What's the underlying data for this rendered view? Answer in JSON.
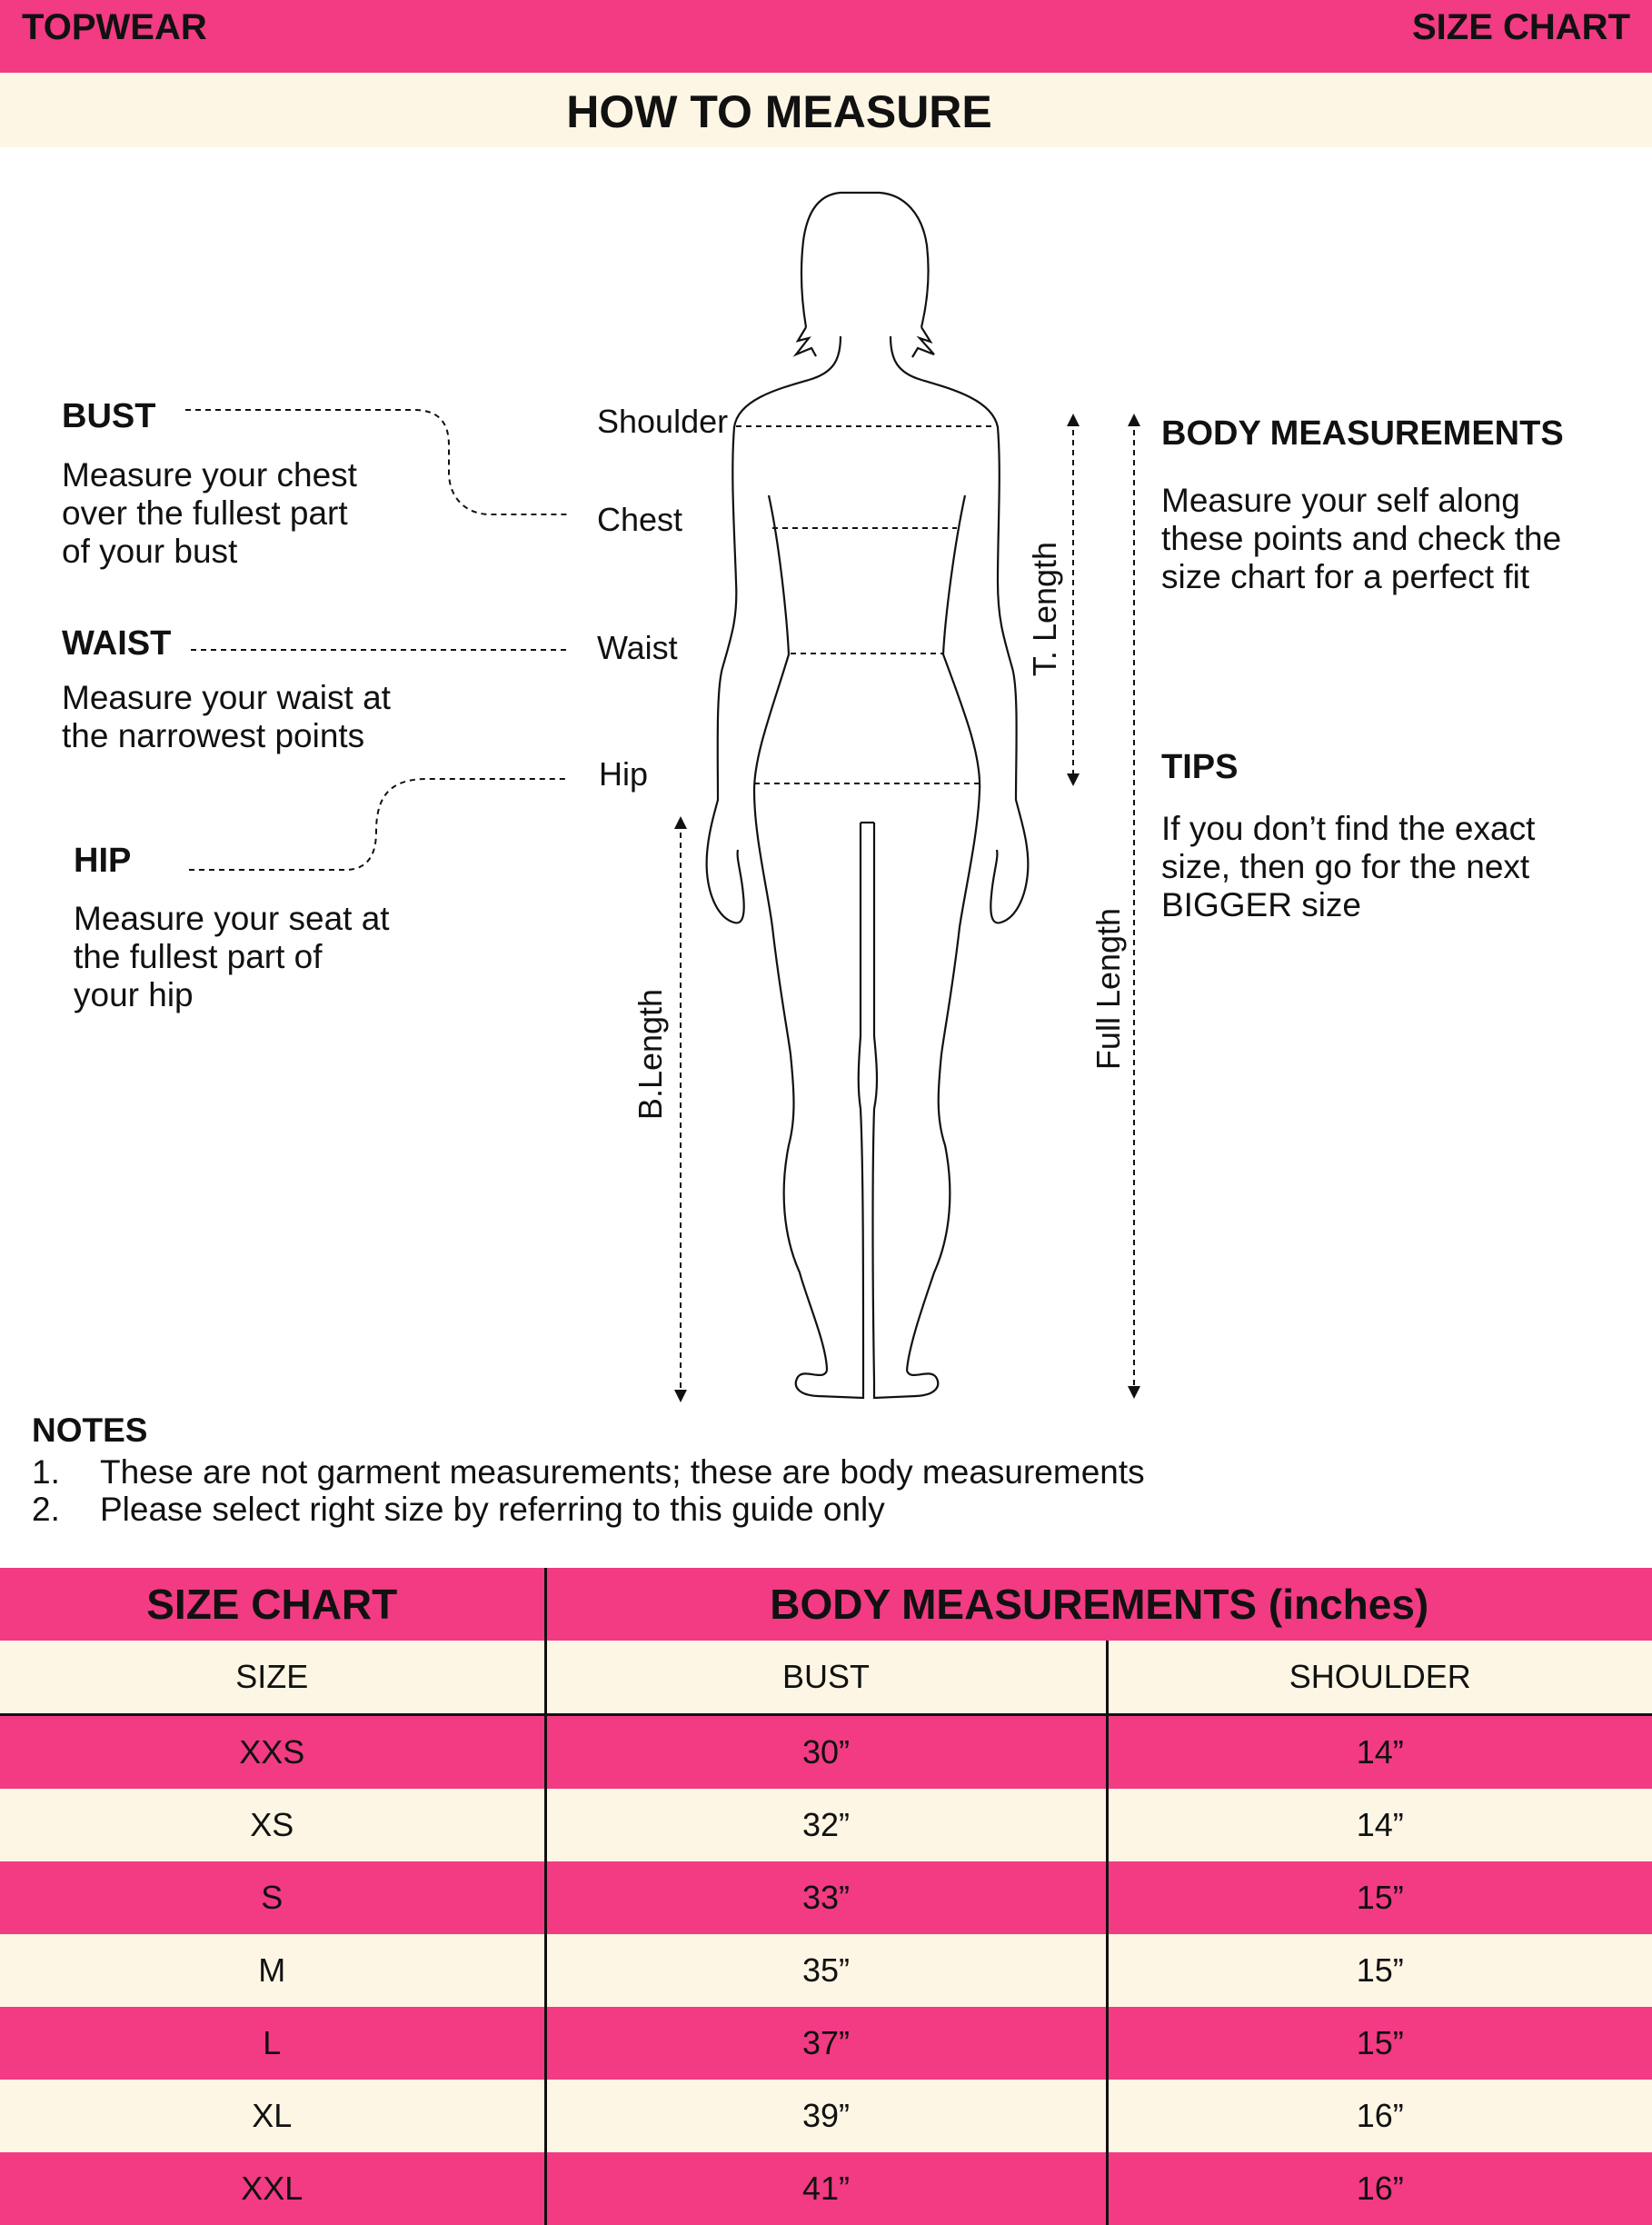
{
  "header": {
    "left_label": "TOPWEAR",
    "right_label": "SIZE CHART"
  },
  "how_to_measure": {
    "title": "HOW TO MEASURE"
  },
  "guides": {
    "bust": {
      "title": "BUST",
      "desc": "Measure your chest\nover the fullest part\nof your bust"
    },
    "waist": {
      "title": "WAIST",
      "desc": "Measure your waist at\nthe narrowest points"
    },
    "hip": {
      "title": "HIP",
      "desc": "Measure your seat at\nthe fullest part of\nyour hip"
    }
  },
  "figure_points": {
    "shoulder": "Shoulder",
    "chest": "Chest",
    "waist": "Waist",
    "hip": "Hip",
    "t_length": "T. Length",
    "b_length": "B.Length",
    "full_length": "Full Length"
  },
  "body_measurements": {
    "title": "BODY MEASUREMENTS",
    "desc": "Measure your self along\nthese points and check the\nsize chart for a perfect fit"
  },
  "tips": {
    "title": "TIPS",
    "desc": "If you don’t find the exact\nsize, then go for the next\nBIGGER size"
  },
  "notes": {
    "title": "NOTES",
    "items": [
      {
        "num": "1.",
        "text": "These are not garment measurements; these are body measurements"
      },
      {
        "num": "2.",
        "text": "Please select right size by referring to this guide only"
      }
    ]
  },
  "size_table": {
    "head_left": "SIZE CHART",
    "head_right": "BODY MEASUREMENTS (inches)",
    "columns": [
      "SIZE",
      "BUST",
      "SHOULDER"
    ],
    "rows": [
      [
        "XXS",
        "30”",
        "14”"
      ],
      [
        "XS",
        "32”",
        "14”"
      ],
      [
        "S",
        "33”",
        "15”"
      ],
      [
        "M",
        "35”",
        "15”"
      ],
      [
        "L",
        "37”",
        "15”"
      ],
      [
        "XL",
        "39”",
        "16”"
      ],
      [
        "XXL",
        "41”",
        "16”"
      ]
    ]
  },
  "colors": {
    "accent_pink": "#f23b83",
    "cream": "#fef6e4",
    "text": "#111111"
  }
}
